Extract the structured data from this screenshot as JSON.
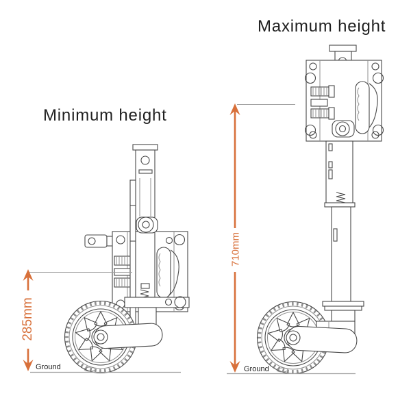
{
  "titles": {
    "min": "Minimum height",
    "max": "Maximum height"
  },
  "dimensions": {
    "min": "285mm",
    "max": "710mm"
  },
  "ground": {
    "left": "Ground",
    "right": "Ground"
  },
  "colors": {
    "accent": "#d8703a",
    "art": "#474747",
    "light": "#8f8f8f",
    "leader": "#9f9f9f",
    "title": "#1f1f1f",
    "ground": "#1a1a1a",
    "bg": "#ffffff"
  }
}
